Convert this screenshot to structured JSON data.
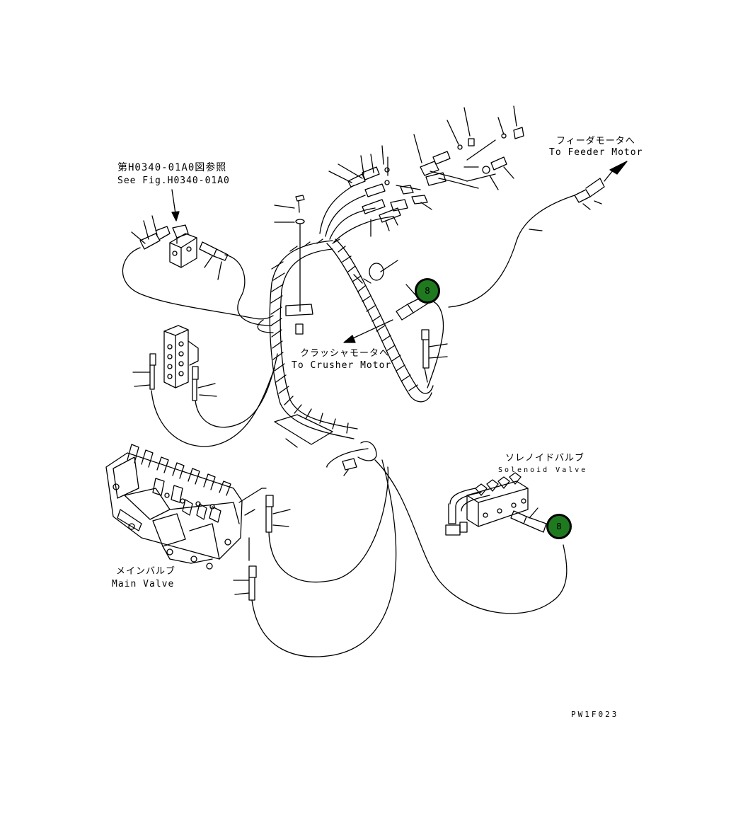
{
  "labels": {
    "see_fig_jp": "第H0340-01A0図参照",
    "see_fig_en": "See Fig.H0340-01A0",
    "feeder_jp": "フィーダモータへ",
    "feeder_en": "To Feeder Motor",
    "crusher_jp": "クラッシャモータへ",
    "crusher_en": "To Crusher Motor",
    "solenoid_jp": "ソレノイドバルブ",
    "solenoid_en": "Solenoid Valve",
    "main_valve_jp": "メインバルブ",
    "main_valve_en": "Main Valve",
    "drawing_code": "PW1F023"
  },
  "hotspots": [
    {
      "label": "8",
      "color": "#1f7a1f"
    },
    {
      "label": "8",
      "color": "#1f7a1f"
    }
  ],
  "colors": {
    "line": "#000000",
    "background": "#ffffff",
    "hotspot": "#1f7a1f"
  }
}
